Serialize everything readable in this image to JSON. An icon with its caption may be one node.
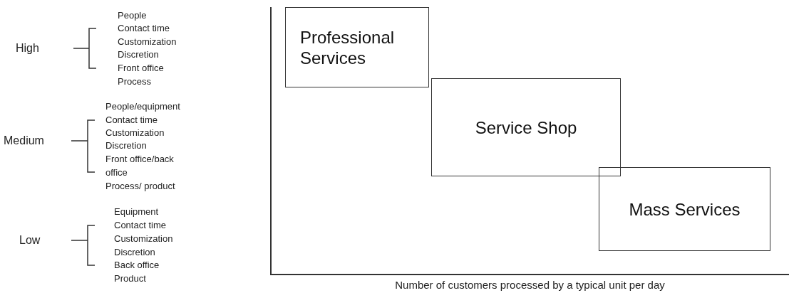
{
  "diagram": {
    "nodes": [
      {
        "text": [
          "Professional Services"
        ]
      },
      {
        "text": [
          "Service Shop"
        ]
      },
      {
        "text": [
          "Mass Services"
        ]
      }
    ],
    "labels": [
      "High",
      "People",
      "Contact time",
      "Customization",
      "Discretion",
      "Front office",
      "Process",
      "Medium",
      "People/equipment",
      "Contact time",
      "Customization",
      "Discretion",
      "Front office/back office",
      "Process/ product",
      "Low",
      "Equipment",
      "Contact time",
      "Customization",
      "Discretion",
      "Back office",
      "Product",
      "Number of customers processed by a typical unit per day"
    ]
  }
}
